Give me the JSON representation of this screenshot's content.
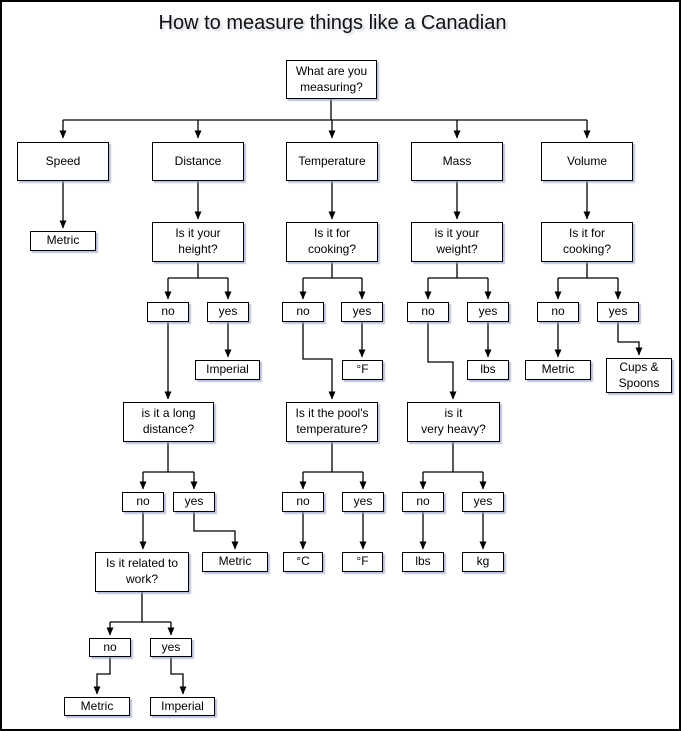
{
  "title": "How to measure things like a Canadian",
  "colors": {
    "background": "#ffffff",
    "node_fill": "#ffffff",
    "node_border": "#000000",
    "connector": "#000000",
    "shadow": "#96a0c3"
  },
  "nodes": {
    "root": {
      "label": "What are you\nmeasuring?"
    },
    "speed": {
      "label": "Speed"
    },
    "distance": {
      "label": "Distance"
    },
    "temperature": {
      "label": "Temperature"
    },
    "mass": {
      "label": "Mass"
    },
    "volume": {
      "label": "Volume"
    },
    "speed_metric": {
      "label": "Metric"
    },
    "height_q": {
      "label": "Is it your\nheight?"
    },
    "temp_cook_q": {
      "label": "Is it for\ncooking?"
    },
    "weight_q": {
      "label": "is it your\nweight?"
    },
    "vol_cook_q": {
      "label": "Is it for\ncooking?"
    },
    "height_no": {
      "label": "no"
    },
    "height_yes": {
      "label": "yes"
    },
    "tempcook_no": {
      "label": "no"
    },
    "tempcook_yes": {
      "label": "yes"
    },
    "weight_no": {
      "label": "no"
    },
    "weight_yes": {
      "label": "yes"
    },
    "volcook_no": {
      "label": "no"
    },
    "volcook_yes": {
      "label": "yes"
    },
    "height_imperial": {
      "label": "Imperial"
    },
    "temp_f1": {
      "label": "°F"
    },
    "weight_lbs": {
      "label": "lbs"
    },
    "vol_metric": {
      "label": "Metric"
    },
    "vol_cups": {
      "label": "Cups &\nSpoons"
    },
    "long_q": {
      "label": "is it a long\ndistance?"
    },
    "pool_q": {
      "label": "Is it the pool's\ntemperature?"
    },
    "heavy_q": {
      "label": "is it\nvery heavy?"
    },
    "long_no": {
      "label": "no"
    },
    "long_yes": {
      "label": "yes"
    },
    "pool_no": {
      "label": "no"
    },
    "pool_yes": {
      "label": "yes"
    },
    "heavy_no": {
      "label": "no"
    },
    "heavy_yes": {
      "label": "yes"
    },
    "work_q": {
      "label": "Is it related to\nwork?"
    },
    "long_metric": {
      "label": "Metric"
    },
    "pool_c": {
      "label": "°C"
    },
    "pool_f": {
      "label": "°F"
    },
    "heavy_lbs": {
      "label": "lbs"
    },
    "heavy_kg": {
      "label": "kg"
    },
    "work_no": {
      "label": "no"
    },
    "work_yes": {
      "label": "yes"
    },
    "work_metric": {
      "label": "Metric"
    },
    "work_imperial": {
      "label": "Imperial"
    }
  },
  "edges": [
    {
      "from": "root",
      "to": "speed"
    },
    {
      "from": "root",
      "to": "distance"
    },
    {
      "from": "root",
      "to": "temperature"
    },
    {
      "from": "root",
      "to": "mass"
    },
    {
      "from": "root",
      "to": "volume"
    },
    {
      "from": "speed",
      "to": "speed_metric"
    },
    {
      "from": "distance",
      "to": "height_q"
    },
    {
      "from": "temperature",
      "to": "temp_cook_q"
    },
    {
      "from": "mass",
      "to": "weight_q"
    },
    {
      "from": "volume",
      "to": "vol_cook_q"
    },
    {
      "from": "height_q",
      "to": "height_no"
    },
    {
      "from": "height_q",
      "to": "height_yes"
    },
    {
      "from": "height_yes",
      "to": "height_imperial"
    },
    {
      "from": "height_no",
      "to": "long_q"
    },
    {
      "from": "temp_cook_q",
      "to": "tempcook_no"
    },
    {
      "from": "temp_cook_q",
      "to": "tempcook_yes"
    },
    {
      "from": "tempcook_yes",
      "to": "temp_f1"
    },
    {
      "from": "tempcook_no",
      "to": "pool_q"
    },
    {
      "from": "weight_q",
      "to": "weight_no"
    },
    {
      "from": "weight_q",
      "to": "weight_yes"
    },
    {
      "from": "weight_yes",
      "to": "weight_lbs"
    },
    {
      "from": "weight_no",
      "to": "heavy_q"
    },
    {
      "from": "vol_cook_q",
      "to": "volcook_no"
    },
    {
      "from": "vol_cook_q",
      "to": "volcook_yes"
    },
    {
      "from": "volcook_no",
      "to": "vol_metric"
    },
    {
      "from": "volcook_yes",
      "to": "vol_cups"
    },
    {
      "from": "long_q",
      "to": "long_no"
    },
    {
      "from": "long_q",
      "to": "long_yes"
    },
    {
      "from": "long_yes",
      "to": "long_metric"
    },
    {
      "from": "long_no",
      "to": "work_q"
    },
    {
      "from": "pool_q",
      "to": "pool_no"
    },
    {
      "from": "pool_q",
      "to": "pool_yes"
    },
    {
      "from": "pool_no",
      "to": "pool_c"
    },
    {
      "from": "pool_yes",
      "to": "pool_f"
    },
    {
      "from": "heavy_q",
      "to": "heavy_no"
    },
    {
      "from": "heavy_q",
      "to": "heavy_yes"
    },
    {
      "from": "heavy_no",
      "to": "heavy_lbs"
    },
    {
      "from": "heavy_yes",
      "to": "heavy_kg"
    },
    {
      "from": "work_q",
      "to": "work_no"
    },
    {
      "from": "work_q",
      "to": "work_yes"
    },
    {
      "from": "work_no",
      "to": "work_metric"
    },
    {
      "from": "work_yes",
      "to": "work_imperial"
    }
  ]
}
